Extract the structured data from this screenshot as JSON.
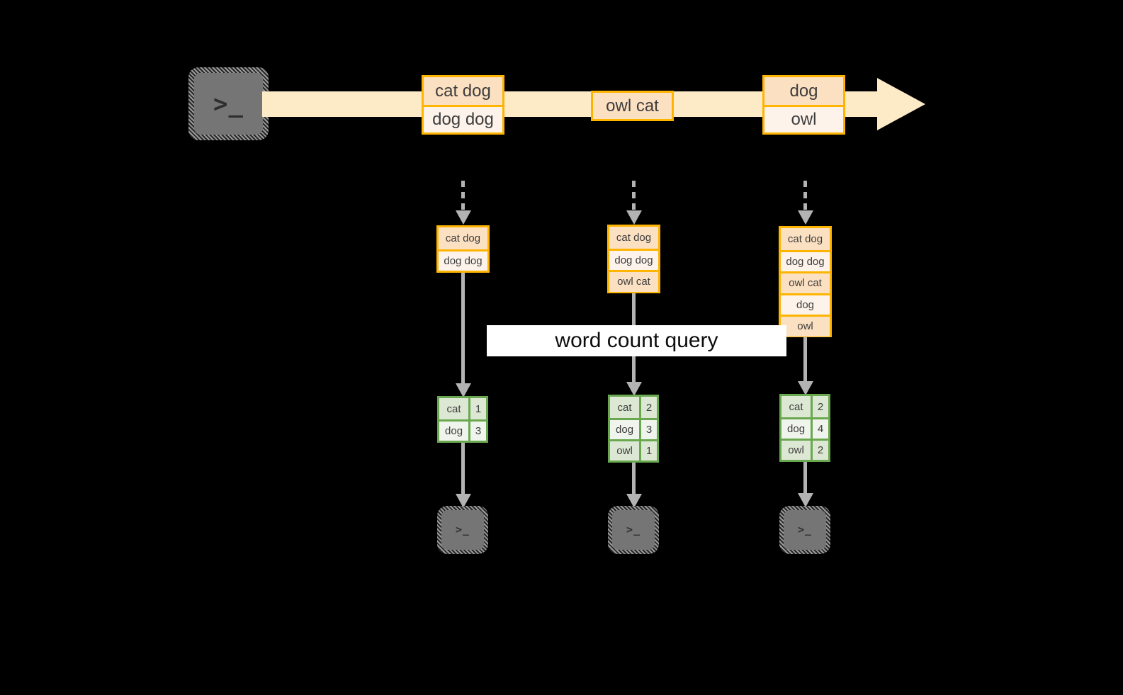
{
  "diagram": {
    "title": "word count query",
    "colors": {
      "background": "#000000",
      "stream_fill": "#fdeac6",
      "record_border": "#ffb400",
      "record_fill_dark": "#fce0c2",
      "record_fill_light": "#fdf3ea",
      "table_border": "#6aa84f",
      "table_fill_dark": "#dde8d4",
      "table_fill_light": "#eff4ec",
      "arrow_gray": "#b3b3b3",
      "terminal_gray": "#757575",
      "label_fill": "#ffffff",
      "text": "#3d3d3d"
    },
    "source": {
      "icon": "terminal-icon",
      "glyph": ">_"
    },
    "stream": {
      "icon": "right-arrow-icon",
      "batches": [
        {
          "lines": [
            "cat dog",
            "dog dog"
          ]
        },
        {
          "lines": [
            "owl cat"
          ]
        },
        {
          "lines": [
            "dog",
            "owl"
          ]
        }
      ]
    },
    "stages": [
      {
        "id": "t1",
        "input_icon": "dashed-down-arrow-icon",
        "accumulated": {
          "lines": [
            "cat dog",
            "dog dog"
          ]
        },
        "result": {
          "rows": [
            {
              "word": "cat",
              "count": "1"
            },
            {
              "word": "dog",
              "count": "3"
            }
          ]
        },
        "sink_icon": "terminal-icon",
        "sink_glyph": ">_"
      },
      {
        "id": "t2",
        "input_icon": "dashed-down-arrow-icon",
        "accumulated": {
          "lines": [
            "cat dog",
            "dog dog",
            "owl cat"
          ]
        },
        "result": {
          "rows": [
            {
              "word": "cat",
              "count": "2"
            },
            {
              "word": "dog",
              "count": "3"
            },
            {
              "word": "owl",
              "count": "1"
            }
          ]
        },
        "sink_icon": "terminal-icon",
        "sink_glyph": ">_"
      },
      {
        "id": "t3",
        "input_icon": "dashed-down-arrow-icon",
        "accumulated": {
          "lines": [
            "cat dog",
            "dog dog",
            "owl cat",
            "dog",
            "owl"
          ]
        },
        "result": {
          "rows": [
            {
              "word": "cat",
              "count": "2"
            },
            {
              "word": "dog",
              "count": "4"
            },
            {
              "word": "owl",
              "count": "2"
            }
          ]
        },
        "sink_icon": "terminal-icon",
        "sink_glyph": ">_"
      }
    ]
  }
}
